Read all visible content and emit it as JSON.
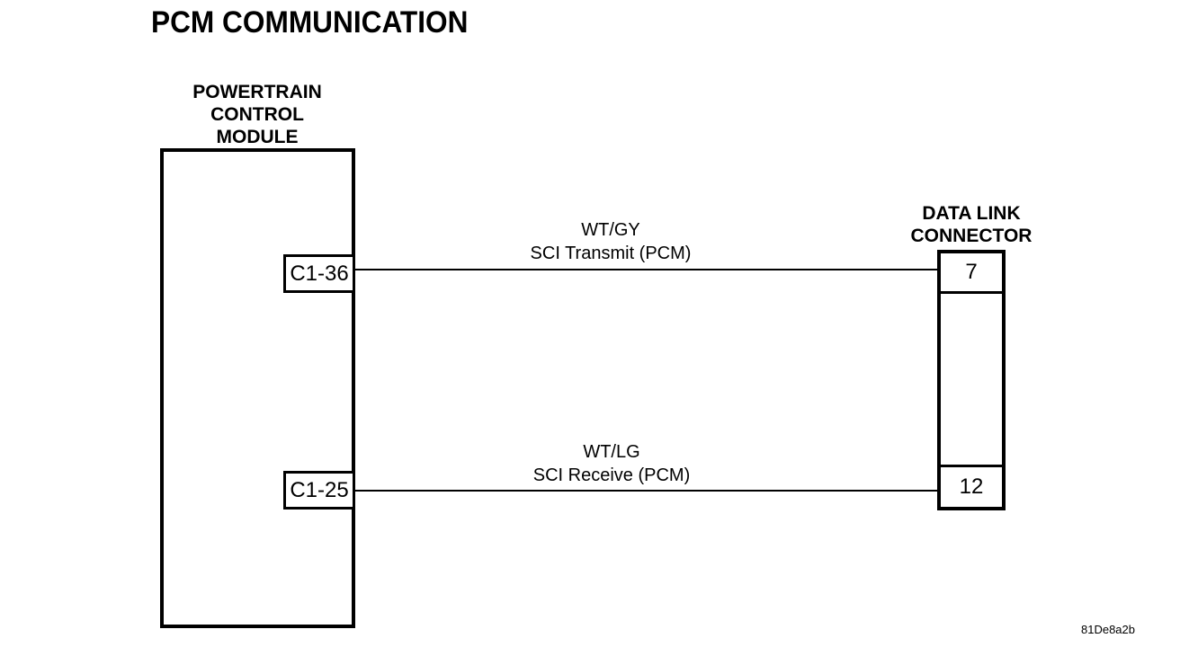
{
  "title": "PCM COMMUNICATION",
  "figure_code": "81De8a2b",
  "colors": {
    "line": "#000000",
    "background": "#ffffff",
    "text": "#000000"
  },
  "pcm": {
    "label_lines": [
      "POWERTRAIN",
      "CONTROL",
      "MODULE"
    ],
    "pins": [
      {
        "id": "C1-36"
      },
      {
        "id": "C1-25"
      }
    ]
  },
  "dlc": {
    "label_lines": [
      "DATA LINK",
      "CONNECTOR"
    ],
    "pins": [
      "7",
      "12"
    ]
  },
  "wires": [
    {
      "color_code": "WT/GY",
      "signal": "SCI Transmit (PCM)",
      "from_pin": "C1-36",
      "to_pin": "7"
    },
    {
      "color_code": "WT/LG",
      "signal": "SCI Receive (PCM)",
      "from_pin": "C1-25",
      "to_pin": "12"
    }
  ]
}
